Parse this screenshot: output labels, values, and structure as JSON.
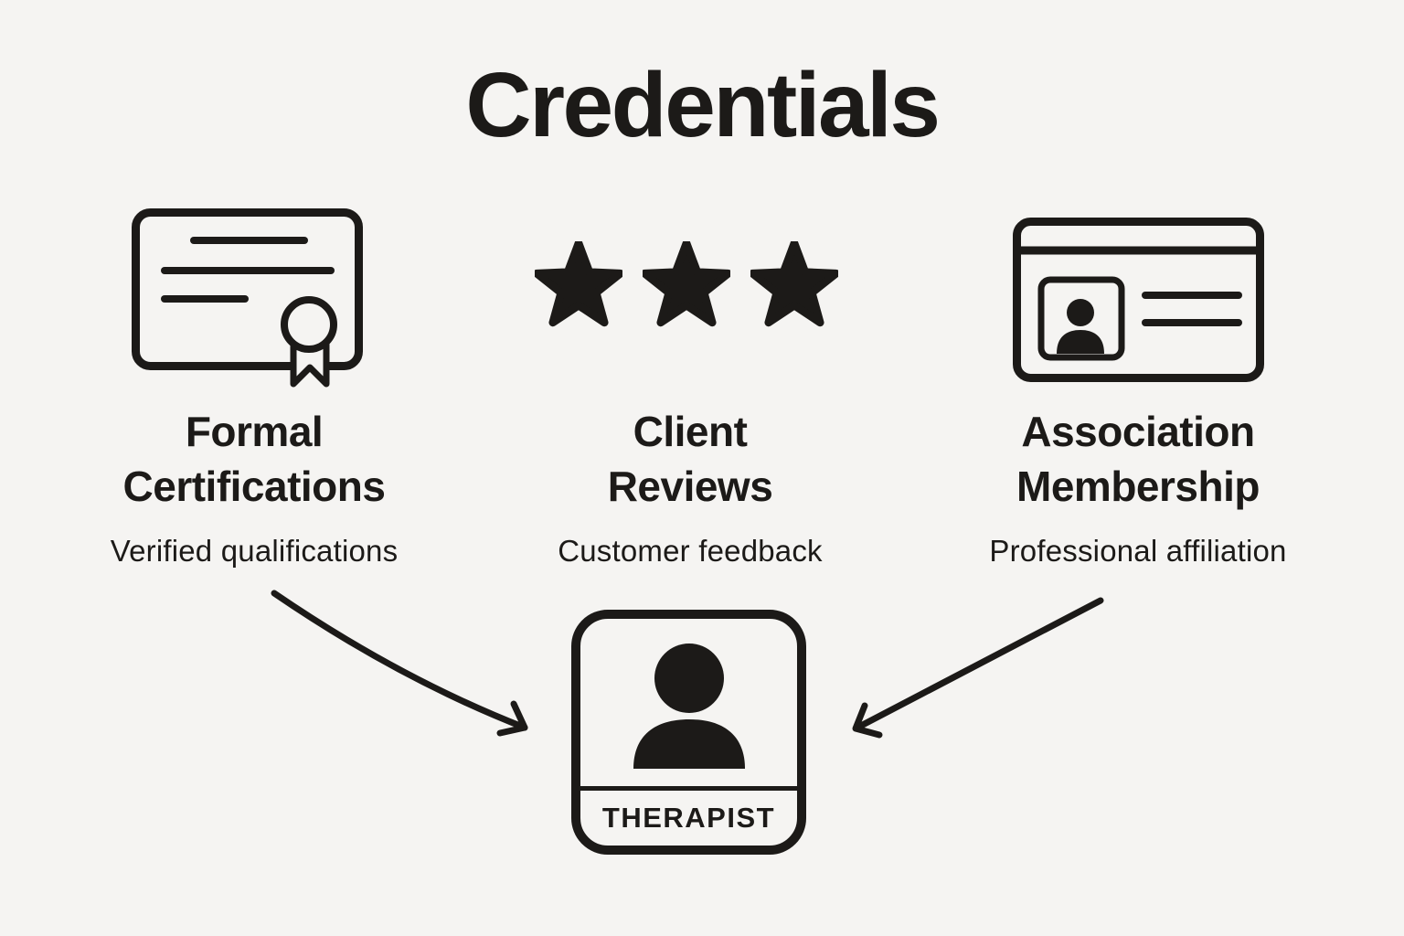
{
  "page": {
    "title": "Credentials"
  },
  "colors": {
    "background": "#f5f4f2",
    "ink": "#1c1a18"
  },
  "items": [
    {
      "name": "formal-certifications",
      "icon": "certificate-icon",
      "title_lines": [
        "Formal",
        "Certifications"
      ],
      "subtitle": "Verified qualifications"
    },
    {
      "name": "client-reviews",
      "icon": "rating-stars-icon",
      "rating_stars": 3,
      "title_lines": [
        "Client",
        "Reviews"
      ],
      "subtitle": "Customer feedback"
    },
    {
      "name": "association-membership",
      "icon": "id-card-icon",
      "title_lines": [
        "Association",
        "Membership"
      ],
      "subtitle": "Professional affiliation"
    }
  ],
  "center_badge": {
    "label": "THERAPIST",
    "icon": "person-icon"
  }
}
